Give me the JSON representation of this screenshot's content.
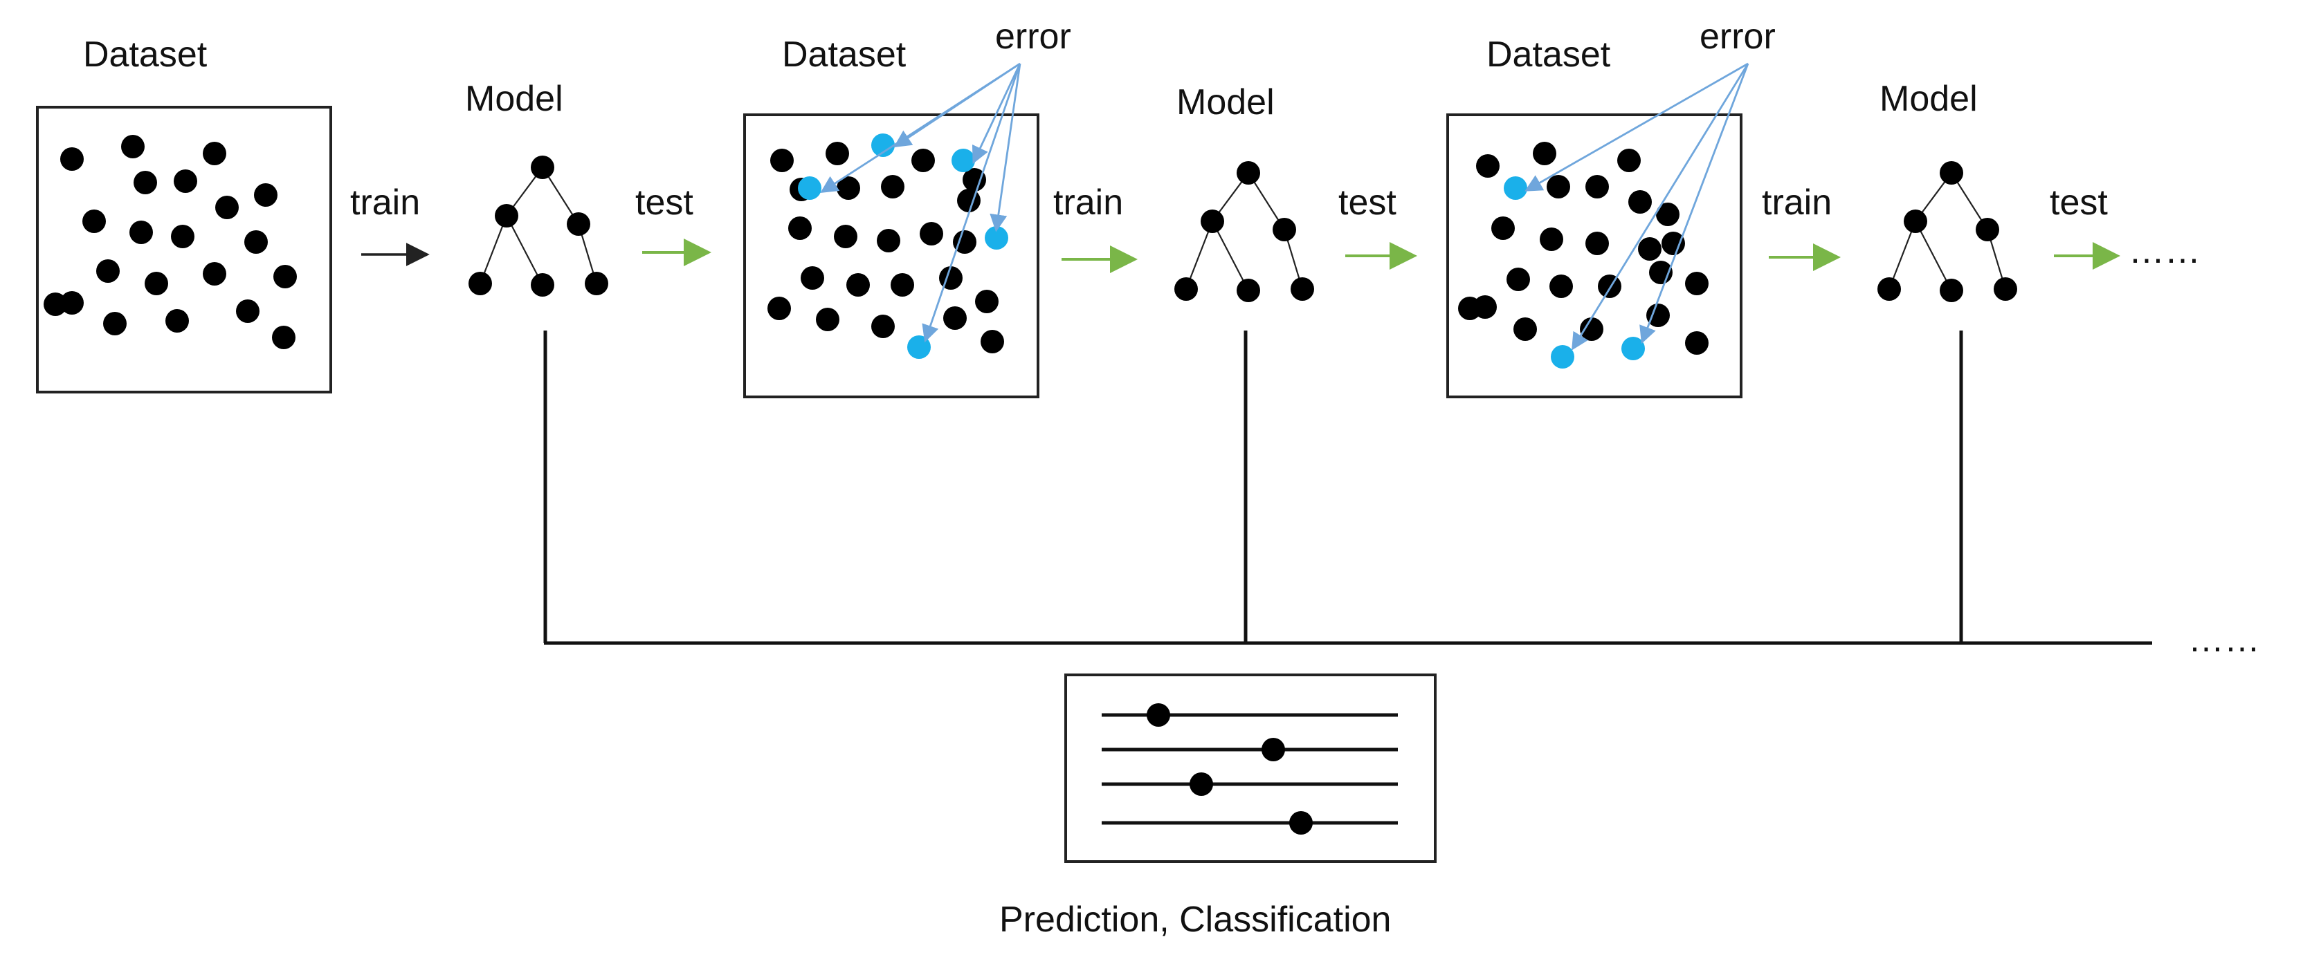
{
  "labels": {
    "dataset": "Dataset",
    "model": "Model",
    "train": "train",
    "test": "test",
    "error": "error",
    "ellipsis": "……",
    "output": "Prediction, Classification"
  },
  "colors": {
    "point": "#000000",
    "error_point": "#1ab0ea",
    "error_line": "#6fa6dc",
    "test_arrow": "#7ab648",
    "train_arrow_first": "#222222",
    "train_arrow_later": "#7ab648"
  },
  "flow": [
    "Dataset",
    "train",
    "Model",
    "test",
    "Dataset",
    "train",
    "Model",
    "test",
    "Dataset",
    "train",
    "Model",
    "test",
    "……"
  ],
  "datasets": [
    {
      "points": 21,
      "error_points": 0
    },
    {
      "points": 23,
      "error_points": 5
    },
    {
      "points": 23,
      "error_points": 3
    }
  ],
  "models": [
    {
      "nodes": 6
    },
    {
      "nodes": 6
    },
    {
      "nodes": 6
    }
  ],
  "prediction_panel": {
    "lines": 4,
    "markers": 4
  }
}
